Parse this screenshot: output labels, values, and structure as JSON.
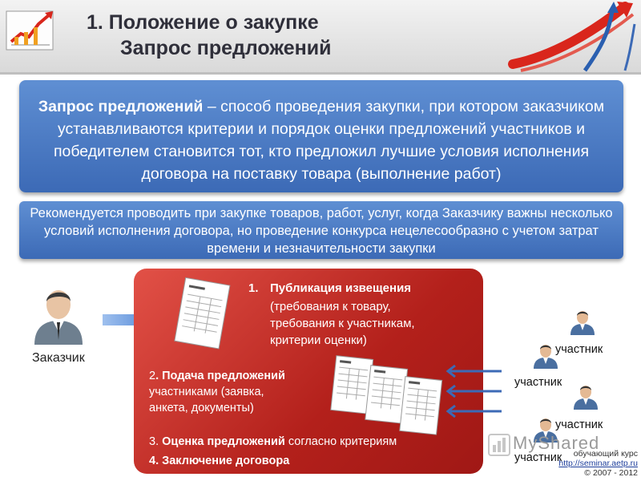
{
  "header": {
    "title_line1": "1.   Положение о закупке",
    "title_line2": "Запрос предложений"
  },
  "definition": {
    "term": "Запрос предложений",
    "text": " – способ проведения закупки, при котором заказчиком устанавливаются критерии и порядок оценки предложений участников и победителем становится тот, кто предложил лучшие условия исполнения договора на поставку товара (выполнение работ)"
  },
  "recommendation": {
    "text": "Рекомендуется проводить при закупке товаров, работ, услуг, когда Заказчику важны несколько условий исполнения договора, но проведение конкурса нецелесообразно с учетом затрат времени и незначительности закупки"
  },
  "customer": {
    "label": "Заказчик",
    "icon": "businessman-icon"
  },
  "steps": {
    "step1": {
      "num": "1.",
      "title": "Публикация извещения",
      "sub1": "(требования к товару,",
      "sub2": "требования к участникам,",
      "sub3": "критерии оценки)"
    },
    "step2": {
      "num": "2",
      "title": ". Подача предложений",
      "sub1": "участниками (заявка,",
      "sub2": "анкета, документы)"
    },
    "step3": {
      "num": "3. ",
      "title": "Оценка предложений",
      "rest": " согласно критериям"
    },
    "step4": {
      "text": "4. Заключение договора"
    }
  },
  "participants": [
    {
      "label": "участник"
    },
    {
      "label": "участник"
    },
    {
      "label": "участник"
    },
    {
      "label": "участник"
    }
  ],
  "watermark": {
    "text": "MyShared"
  },
  "footer": {
    "line1": "обучающий курс",
    "link": "http://seminar.aetp.ru",
    "copyright": "© 2007 - 2012"
  },
  "colors": {
    "blue_box": "#4a78c4",
    "red_box": "#c22a23",
    "swoosh_red": "#d9261c",
    "swoosh_blue": "#2a5fb0"
  }
}
